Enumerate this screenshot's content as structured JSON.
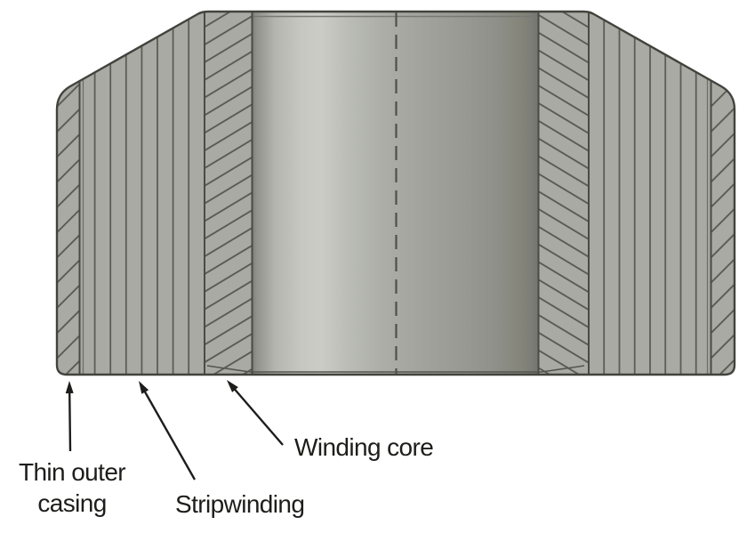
{
  "figure": {
    "type": "engineering-section-diagram",
    "description": "Cross-section view of a stripwound cylindrical component with annotations",
    "labels": {
      "thin_outer_casing": {
        "line1": "Thin outer",
        "line2": "casing"
      },
      "stripwinding": {
        "text": "Stripwinding"
      },
      "winding_core": {
        "text": "Winding core"
      }
    },
    "colors": {
      "background": "#ffffff",
      "section_fill": "#a9aaa4",
      "hatch_line": "#565750",
      "strip_line": "#5c5d57",
      "outline": "#42433d",
      "cylinder_highlight": "#cbccc6",
      "cylinder_shadow": "#74756f",
      "centerline": "#50514b",
      "annotation": "#1d1d1b"
    }
  }
}
